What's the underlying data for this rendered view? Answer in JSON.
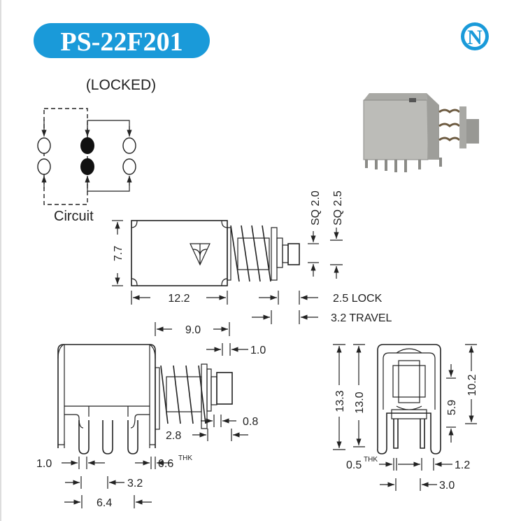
{
  "header": {
    "model": "PS-22F201",
    "brand_logo": "N",
    "accent_color": "#1a9ad9",
    "state": "(LOCKED)"
  },
  "circuit": {
    "label": "Circuit"
  },
  "top_view": {
    "height": "7.7",
    "length": "12.2",
    "sq_small": "SQ 2.0",
    "sq_large": "SQ 2.5",
    "lock": "2.5 LOCK",
    "travel": "3.2 TRAVEL"
  },
  "side_view": {
    "body_width": "9.0",
    "flange": "1.0",
    "gap": "0.8",
    "offset": "2.8",
    "pin_width": "1.0",
    "thickness": "0.6",
    "thk": "THK",
    "pitch": "3.2",
    "span": "6.4"
  },
  "front_view": {
    "total_height": "13.3",
    "height": "13.0",
    "button_height": "5.9",
    "upper_height": "10.2",
    "pin_thk": "0.5",
    "thk": "THK",
    "pin_gap": "1.2",
    "pin_spacing": "3.0"
  }
}
